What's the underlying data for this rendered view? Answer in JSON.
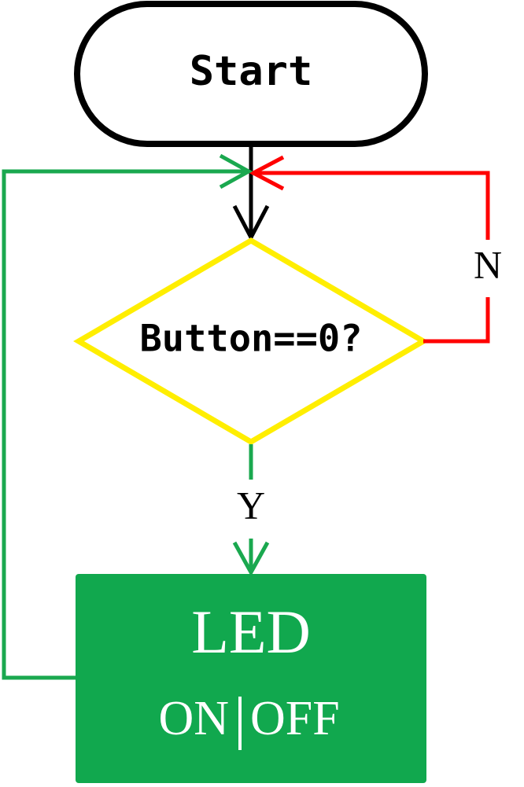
{
  "diagram": {
    "start": {
      "label": "Start"
    },
    "decision": {
      "label": "Button==0?"
    },
    "process": {
      "line1": "LED",
      "line2_left": "ON",
      "line2_right": "OFF"
    },
    "edges": {
      "no_label": "N",
      "yes_label": "Y"
    },
    "colors": {
      "start_stroke": "#000000",
      "decision_stroke": "#ffee00",
      "no_path": "#ff0000",
      "yes_path": "#1aa84f",
      "process_fill": "#11a84e",
      "process_text": "#ffffff"
    }
  }
}
